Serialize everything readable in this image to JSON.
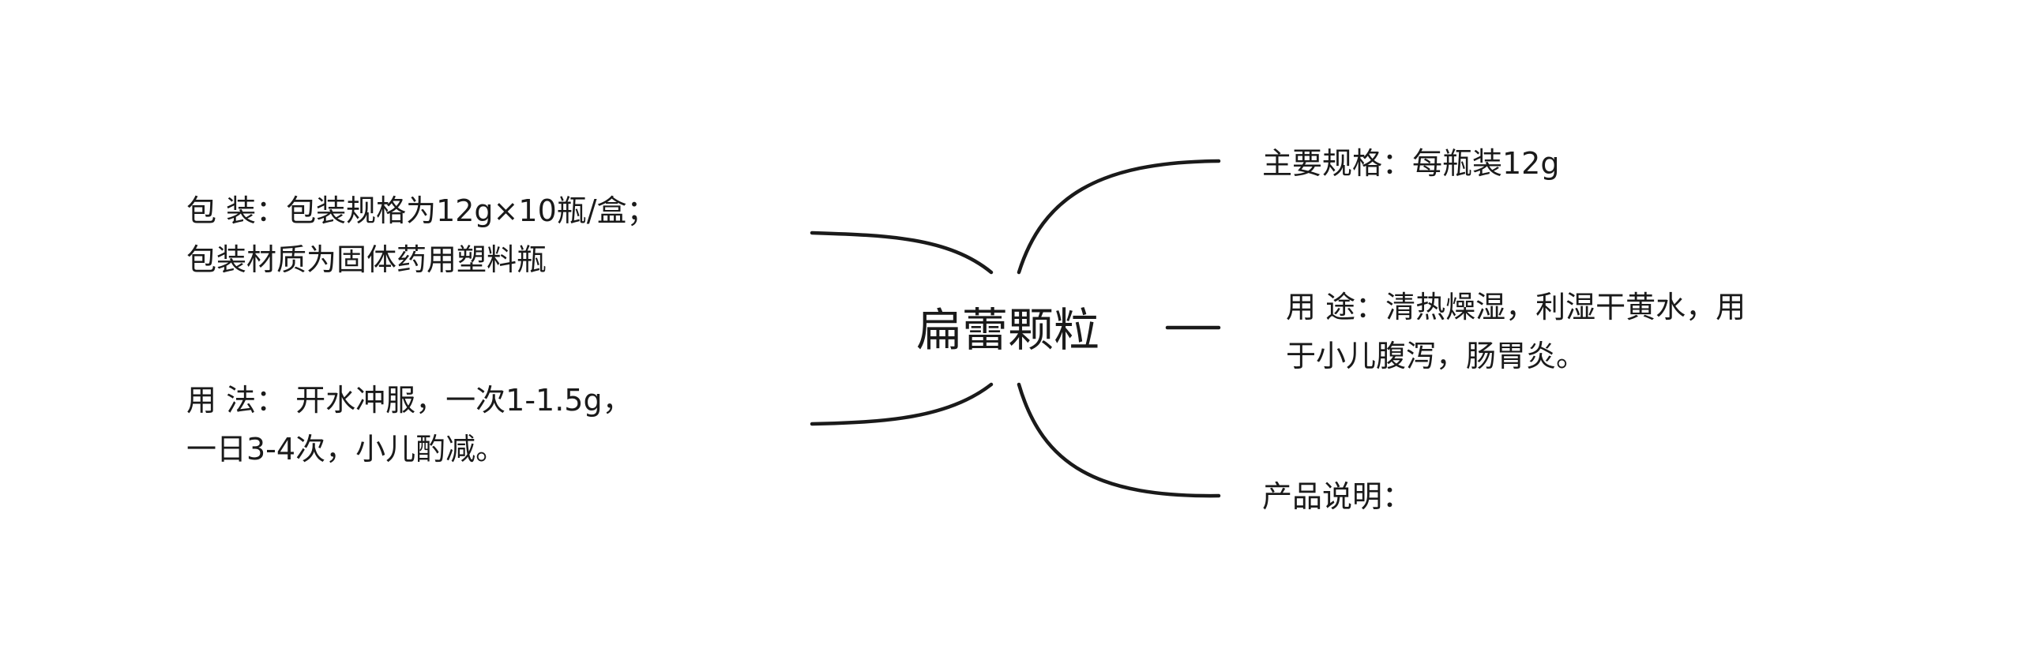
{
  "center": {
    "title": "扁蕾颗粒"
  },
  "left_nodes": [
    {
      "line1": "包 装：包装规格为12g×10瓶/盒；",
      "line2": "包装材质为固体药用塑料瓶"
    },
    {
      "line1": "用 法： 开水冲服，一次1-1.5g，",
      "line2": "一日3-4次，小儿酌减。"
    }
  ],
  "right_nodes": [
    {
      "line1": "主要规格：每瓶装12g"
    },
    {
      "line1": "用 途：清热燥湿，利湿干黄水，用",
      "line2": "于小儿腹泻，肠胃炎。"
    },
    {
      "line1": "产品说明："
    }
  ],
  "colors": {
    "line": "#1a1a1a",
    "text": "#1a1a1a",
    "background": "#ffffff"
  }
}
